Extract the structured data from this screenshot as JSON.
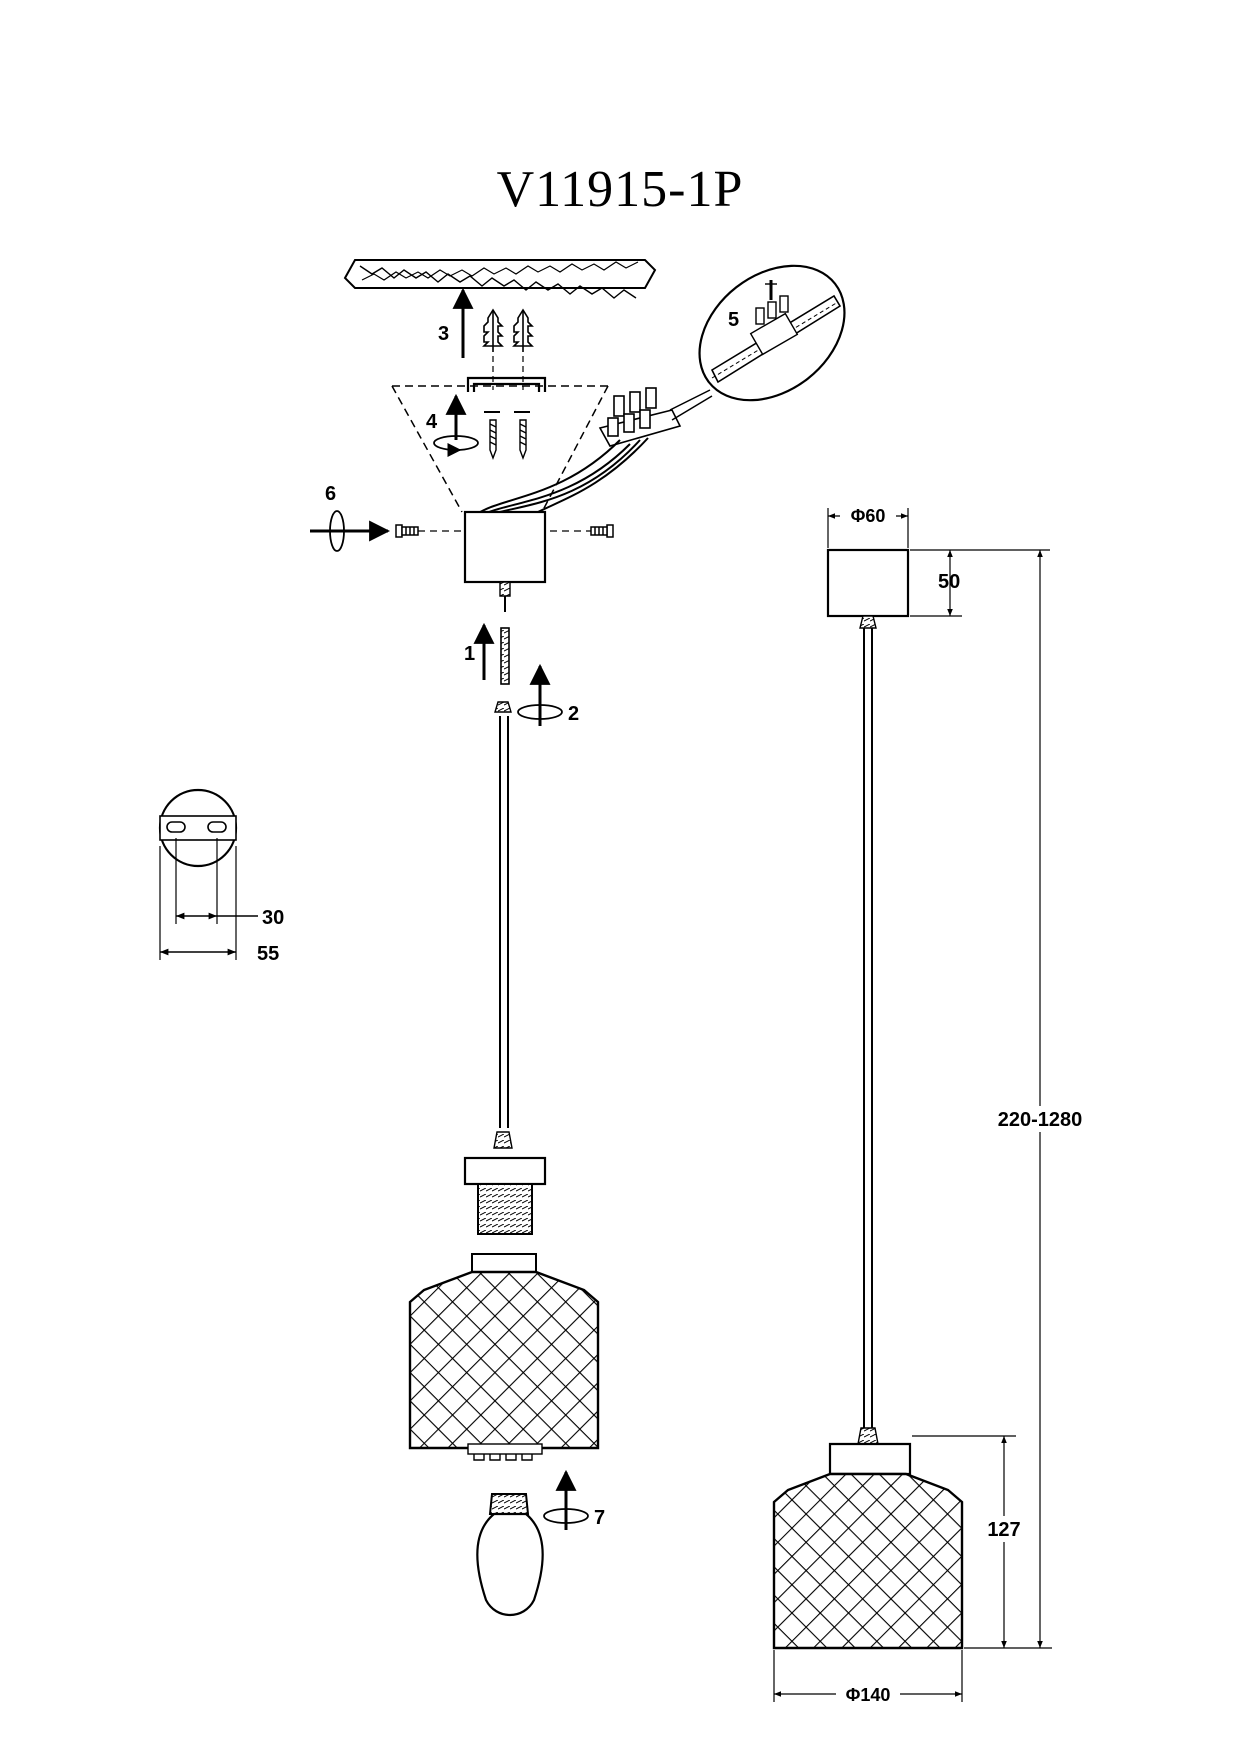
{
  "title": "V11915-1P",
  "steps": [
    "1",
    "2",
    "3",
    "4",
    "5",
    "6",
    "7"
  ],
  "dimensions": {
    "canopy_diameter": "Φ60",
    "canopy_height": "50",
    "total_height": "220-1280",
    "shade_height": "127",
    "shade_diameter": "Φ140",
    "bracket_hole_spacing": "30",
    "bracket_width": "55"
  }
}
